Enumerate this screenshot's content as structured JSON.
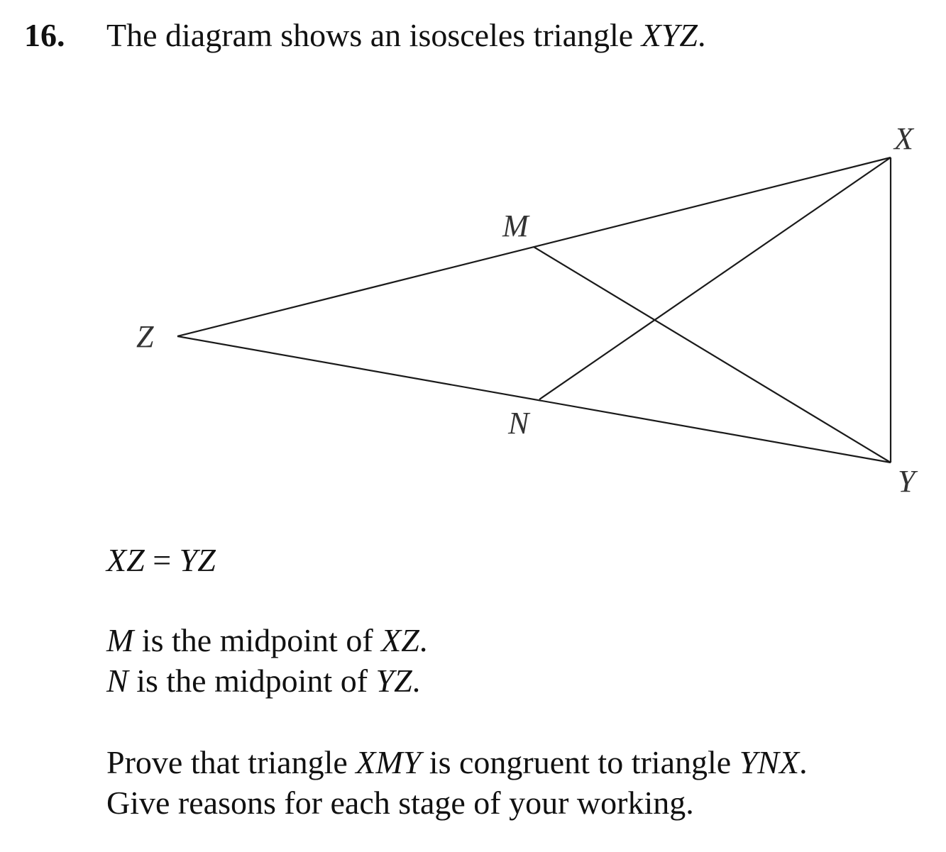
{
  "question": {
    "number": "16.",
    "intro_text": "The diagram shows an isosceles triangle ",
    "intro_triangle": "XYZ",
    "intro_end": "."
  },
  "diagram": {
    "labels": {
      "X": "X",
      "Y": "Y",
      "Z": "Z",
      "M": "M",
      "N": "N"
    }
  },
  "statements": {
    "equal": {
      "lhs": "XZ",
      "eq": " = ",
      "rhs": "YZ"
    },
    "m_mid": {
      "point": "M",
      "text": " is the midpoint of ",
      "segment": "XZ",
      "end": "."
    },
    "n_mid": {
      "point": "N",
      "text": " is the midpoint of ",
      "segment": "YZ",
      "end": "."
    },
    "prove": {
      "text1": "Prove that triangle ",
      "tri1": "XMY",
      "text2": " is congruent to triangle ",
      "tri2": "YNX",
      "end": "."
    },
    "give": "Give reasons for each stage of your working."
  }
}
